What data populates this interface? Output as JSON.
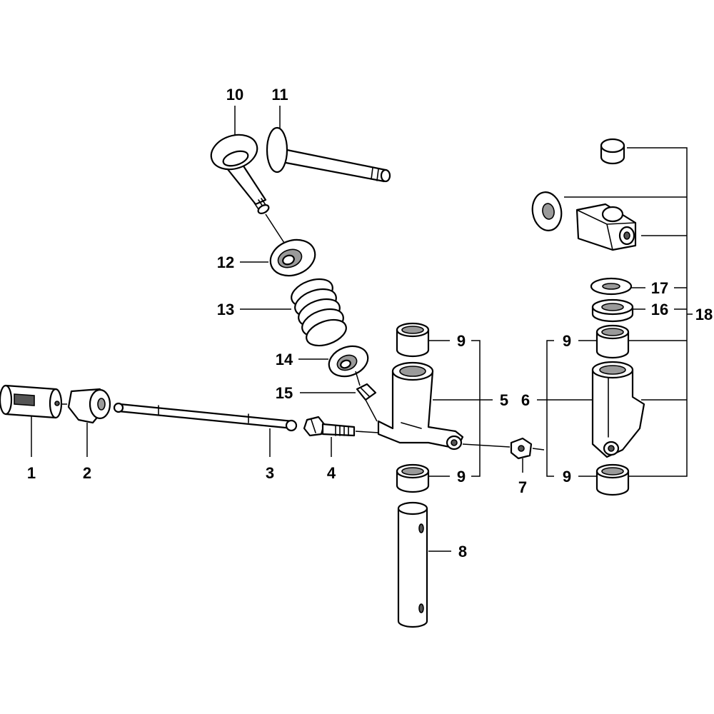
{
  "callouts": {
    "c1": "1",
    "c2": "2",
    "c3": "3",
    "c4": "4",
    "c5": "5",
    "c6": "6",
    "c7": "7",
    "c8": "8",
    "c9a": "9",
    "c9b": "9",
    "c9c": "9",
    "c9d": "9",
    "c10": "10",
    "c11": "11",
    "c12": "12",
    "c13": "13",
    "c14": "14",
    "c15": "15",
    "c16": "16",
    "c17": "17",
    "c18": "18"
  }
}
